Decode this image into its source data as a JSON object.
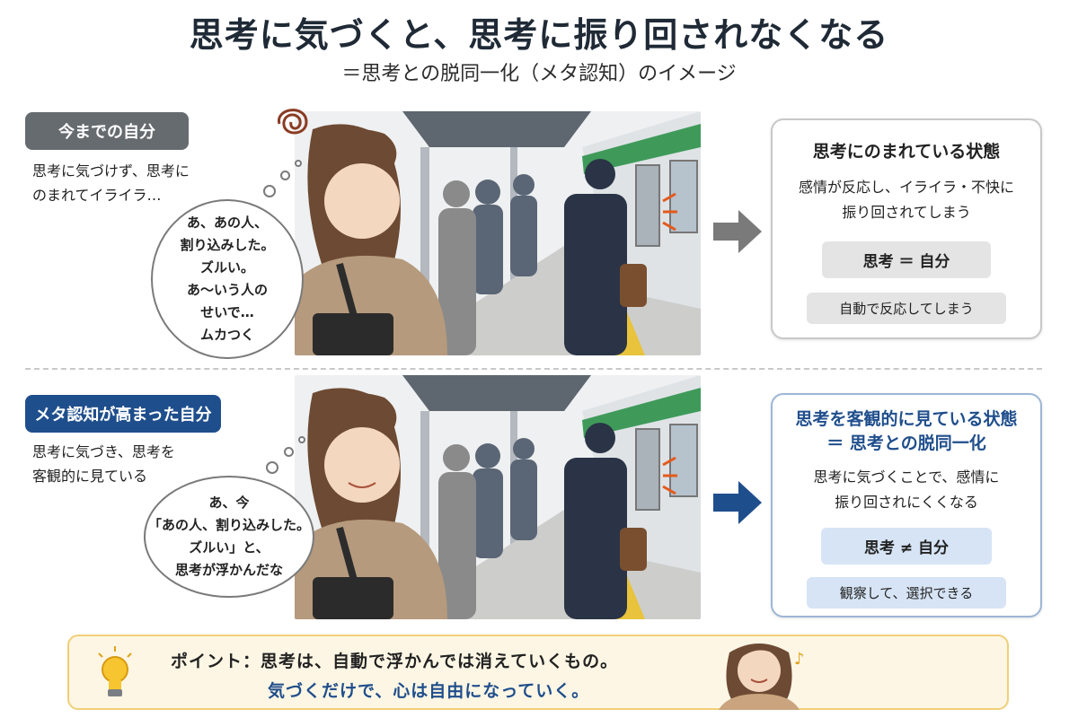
{
  "header": {
    "title": "思考に気づくと、思考に振り回されなくなる",
    "subtitle": "＝思考との脱同一化（メタ認知）のイメージ"
  },
  "before": {
    "label": "今までの自分",
    "desc_lines": [
      "思考に気づけず、思考に",
      "のまれてイライラ…"
    ],
    "bubble_lines": [
      "あ、あの人、",
      "割り込みした。",
      "ズルい。",
      "あ〜いう人の",
      "せいで…",
      "ムカつく"
    ],
    "panel": {
      "title": "思考にのまれている状態",
      "text_lines": [
        "感情が反応し、イライラ・不快に",
        "振り回されてしまう"
      ],
      "pill_equation": "思考 ＝ 自分",
      "pill_note": "自動で反応してしまう"
    }
  },
  "after": {
    "label": "メタ認知が高まった自分",
    "desc_lines": [
      "思考に気づき、思考を",
      "客観的に見ている"
    ],
    "bubble_lines": [
      "あ、今",
      "「あの人、割り込みした。",
      "ズルい」と、",
      "思考が浮かんだな"
    ],
    "panel": {
      "title_lines": [
        "思考を客観的に見ている状態",
        "＝ 思考との脱同一化"
      ],
      "text_lines": [
        "思考に気づくことで、感情に",
        "振り回されにくくなる"
      ],
      "pill_equation": "思考 ≠ 自分",
      "pill_note": "観察して、選択できる"
    }
  },
  "point": {
    "line1": "ポイント：思考は、自動で浮かんでは消えていくもの。",
    "line2": "気づくだけで、心は自由になっていく。",
    "icons": [
      "lightbulb-icon",
      "music-note-icon"
    ]
  },
  "colors": {
    "navy": "#1f4e8c",
    "gray_label": "#666b70",
    "train_green": "#3f9a5a",
    "arrow_gray": "#7a7a7a",
    "arrow_blue": "#1f4e8c",
    "point_bg": "#fdf6e4",
    "point_border": "#f0cf78"
  }
}
